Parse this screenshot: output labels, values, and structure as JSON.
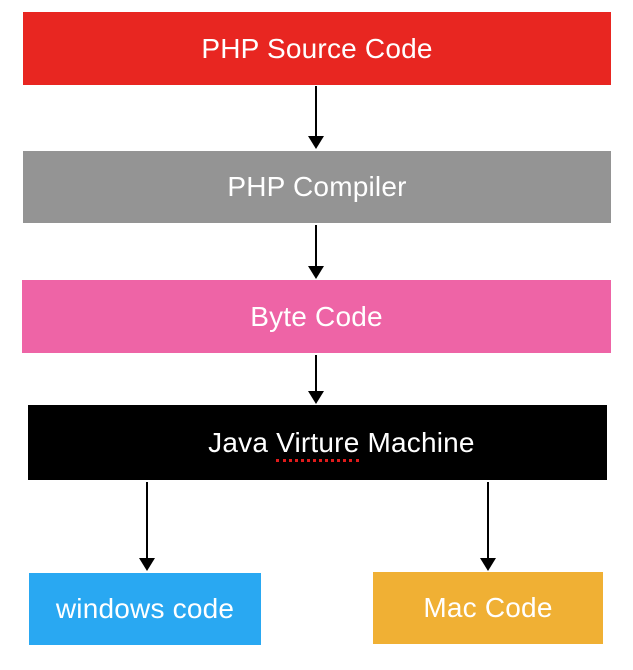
{
  "diagram": {
    "background": "#ffffff",
    "arrow_color": "#000000",
    "text_color": "#ffffff",
    "nodes": {
      "php_source": {
        "label": "PHP Source Code",
        "bg": "#e82621"
      },
      "php_compiler": {
        "label": "PHP Compiler",
        "bg": "#949494"
      },
      "byte_code": {
        "label": "Byte Code",
        "bg": "#ee64a6"
      },
      "jvm": {
        "label_full": "Java Virture Machine",
        "label_prefix": "Java ",
        "label_misspelled": "Virture",
        "label_suffix": " Machine",
        "bg": "#000000",
        "spellcheck_underline_color": "#e01b1b"
      },
      "windows_code": {
        "label": "windows code",
        "bg": "#29a8f2"
      },
      "mac_code": {
        "label": "Mac Code",
        "bg": "#f0b034"
      }
    },
    "edges": [
      {
        "from": "php_source",
        "to": "php_compiler"
      },
      {
        "from": "php_compiler",
        "to": "byte_code"
      },
      {
        "from": "byte_code",
        "to": "jvm"
      },
      {
        "from": "jvm",
        "to": "windows_code"
      },
      {
        "from": "jvm",
        "to": "mac_code"
      }
    ]
  }
}
